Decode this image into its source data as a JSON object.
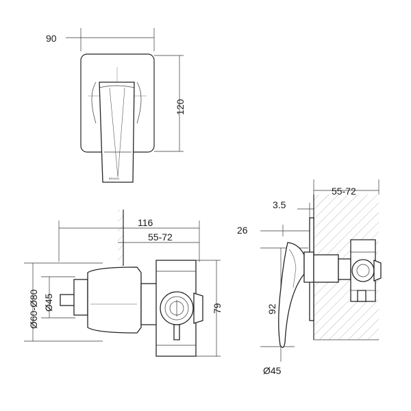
{
  "views": {
    "front": {
      "width_label": "90",
      "height_label": "120",
      "brand_mark": "BRAND"
    },
    "side": {
      "total_depth_label": "116",
      "wall_range_label": "55-72",
      "rosette_diameter_label": "Ø60-Ø80",
      "spindle_diameter_label": "Ø45",
      "body_height_label": "79"
    },
    "section": {
      "wall_range_label": "55-72",
      "plate_thickness_label": "3.5",
      "handle_offset_label": "26",
      "handle_length_label": "92",
      "base_diameter_label": "Ø45"
    }
  }
}
